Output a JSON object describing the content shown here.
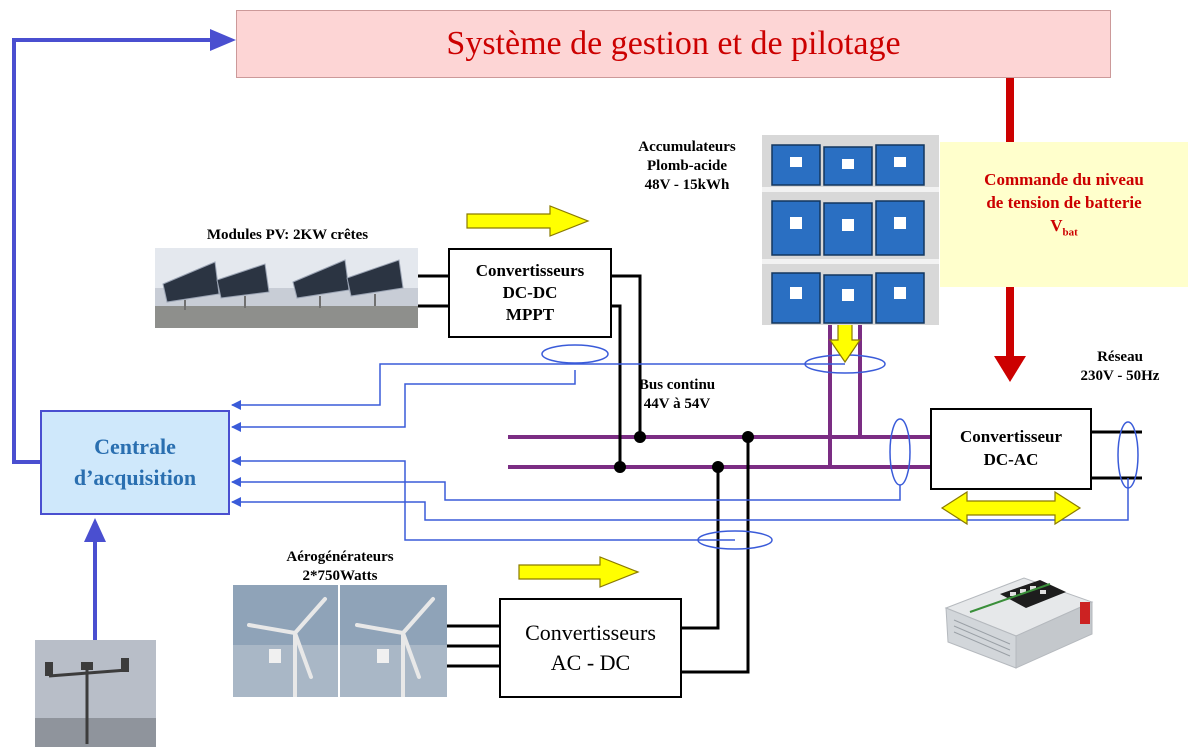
{
  "title": "Système de gestion et de pilotage",
  "command": {
    "line1": "Commande du niveau",
    "line2": "de tension de batterie",
    "symbol": "V",
    "subscript": "bat"
  },
  "acquisition": {
    "line1": "Centrale",
    "line2": "d’acquisition"
  },
  "pv": {
    "label": "Modules PV: 2KW crêtes"
  },
  "dcdc": {
    "line1": "Convertisseurs",
    "line2": "DC-DC",
    "line3": "MPPT"
  },
  "battery": {
    "line1": "Accumulateurs",
    "line2": "Plomb-acide",
    "line3": "48V - 15kWh"
  },
  "bus": {
    "line1": "Bus continu",
    "line2": "44V à 54V"
  },
  "grid": {
    "line1": "Réseau",
    "line2": "230V - 50Hz"
  },
  "dcac": {
    "line1": "Convertisseur",
    "line2": "DC-AC"
  },
  "wind": {
    "line1": "Aérogénérateurs",
    "line2": "2*750Watts"
  },
  "acdc": {
    "line1": "Convertisseurs",
    "line2": "AC - DC"
  },
  "colors": {
    "title_fill": "#fdd5d5",
    "title_text": "#cc0000",
    "command_fill": "#ffffcc",
    "command_text": "#cc0000",
    "acq_fill": "#cfe8fb",
    "acq_text": "#2a6fb0",
    "bus": "#7b2d83",
    "signal": "#3a5bd9",
    "command_arrow": "#cc0000",
    "flow_arrow": "#ffff00"
  }
}
